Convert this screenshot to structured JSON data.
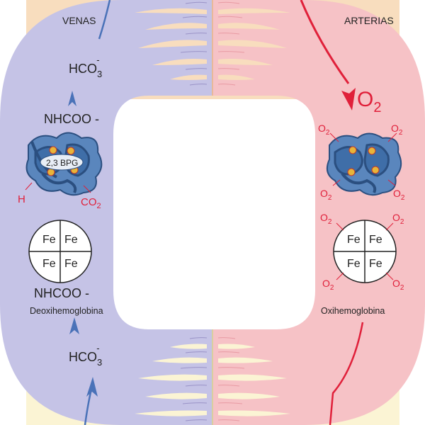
{
  "labels": {
    "veins": "VENAS",
    "arteries": "ARTERIAS",
    "o2_big": "O",
    "o2_big_sub": "2",
    "hco3_top": "HCO",
    "hco3_top_sub": "3",
    "hco3_top_sup": "-",
    "hco3_bottom": "HCO",
    "hco3_bottom_sub": "3",
    "hco3_bottom_sup": "-",
    "nhcoo_top": "NHCOO -",
    "nhcoo_bottom": "NHCOO -",
    "bpg": "2,3 BPG",
    "h": "H",
    "co2": "CO",
    "co2_sub": "2",
    "fe": "Fe",
    "deoxy": "Deoxihemoglobina",
    "oxy": "Oxihemoglobina",
    "o2_small": "O",
    "o2_small_sub": "2"
  },
  "colors": {
    "vein_band": "#c5c3e6",
    "artery_band": "#f6c2c6",
    "top_tissue": "#f8ddbe",
    "bottom_tissue": "#fbf4d4",
    "vein_arrow": "#4a72b8",
    "artery_arrow": "#e0203a",
    "red_text": "#e0203a",
    "protein": "#4f7fb8"
  }
}
